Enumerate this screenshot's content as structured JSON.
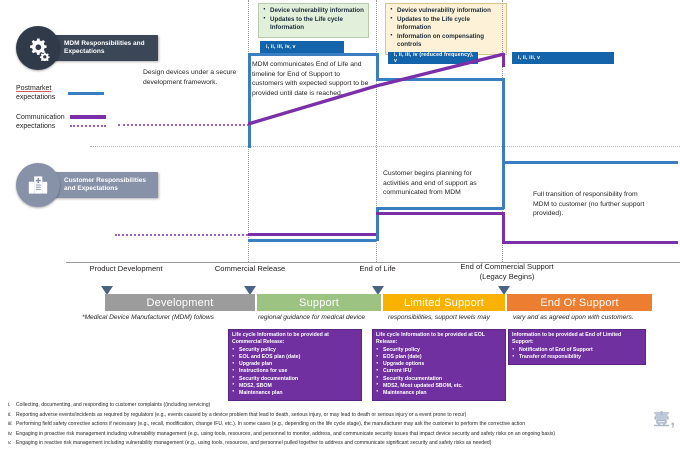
{
  "roles": {
    "mdm": {
      "label": "MDM Responsibilities and Expectations",
      "icon": "gears-icon"
    },
    "customer": {
      "label": "Customer Responsibilities and Expectations",
      "icon": "hospital-icon"
    }
  },
  "legend": [
    {
      "label_line1": "Postmarket",
      "label_line2": "expectations",
      "style": "solid-blue"
    },
    {
      "label_line1": "Communication",
      "label_line2": "expectations",
      "style": "solid-and-dotted-purple"
    }
  ],
  "mdm_notes": {
    "design": "Design devices under a secure development framework.",
    "communicate": "MDM communicates End of Life and timeline for End of Support to customers with expected support to be provided until date is reached."
  },
  "customer_notes": {
    "planning": "Customer begins planning for activities and end of support as communicated from MDM",
    "transition": "Full transition of responsibility from MDM to customer (no further support provided)."
  },
  "callouts": [
    {
      "color": "green",
      "items": [
        "Device vulnerability information",
        "Updates to the Life cycle Information"
      ]
    },
    {
      "color": "cream",
      "items": [
        "Device vulnerability information",
        "Updates to the Life cycle Information",
        "Information on compensating controls"
      ]
    }
  ],
  "roman_badges": [
    {
      "text": "i, ii, iii, iv, v"
    },
    {
      "text": "i, ii, iii, iv (reduced frequency), v"
    },
    {
      "text": "i, ii, iii, v"
    }
  ],
  "milestones": [
    {
      "line1": "Product Development",
      "line2": ""
    },
    {
      "line1": "Commercial Release",
      "line2": ""
    },
    {
      "line1": "End of Life",
      "line2": ""
    },
    {
      "line1": "End of Commercial Support",
      "line2": "(Legacy Begins)"
    }
  ],
  "phases": [
    {
      "label": "Development",
      "color": "#9c9c9c",
      "note": "*Medical Device Manufacturer (MDM)  follows"
    },
    {
      "label": "Support",
      "color": "#9dc383",
      "note": "regional guidance for medical device"
    },
    {
      "label": "Limited Support",
      "color": "#f9b200",
      "note": "responsibilities, support levels may"
    },
    {
      "label": "End Of Support",
      "color": "#ed7d31",
      "note": "vary and  as  agreed upon with customers."
    }
  ],
  "info_boxes": [
    {
      "title": "Life cycle Information to be provided at Commercial Release:",
      "items": [
        "Security policy",
        "EOL and EOS plan (date)",
        "Upgrade plan",
        "Instructions for use",
        "Security documentation",
        "MDS2, SBOM",
        "Maintenance plan"
      ]
    },
    {
      "title": "Life cycle Information to be provided at EOL Release:",
      "items": [
        "Security policy",
        "EOS plan (date)",
        "Upgrade options",
        "Current IFU",
        "Security documentation",
        "MDS2, Most updated SBOM, etc.",
        "Maintenance plan"
      ]
    },
    {
      "title": "Information to be provided at End of Limited Support:",
      "items": [
        "Notification of End of Support",
        "Transfer of responsibility"
      ]
    }
  ],
  "footnotes": [
    {
      "num": "i.",
      "text": "Collecting, documenting, and responding to customer complaints ((including servicing)"
    },
    {
      "num": "ii.",
      "text": "Reporting adverse events/incidents as required by regulators (e.g., events caused by a device problem that lead to death, serious injury, or may lead to death or serious injury or a event prone to recur)"
    },
    {
      "num": "iii.",
      "text": "Performing field safety corrective actions if necessary (e.g., recall, modification, change IFU, etc.). In some cases (e.g., depending on the life cycle stage), the manufacturer may ask the customer to perform the corrective action"
    },
    {
      "num": "iv.",
      "text": "Engaging in proactive risk management including vulnerability management (e.g., using tools, resources, and personnel to monitor, address, and communicate security issues that impact device security and safety risks on an ongoing basis)"
    },
    {
      "num": "v.",
      "text": "Engaging in reactive risk management including vulnerability management (e.g., using tools, resources, and personnel pulled together to address and communicate significant security and safety risks as needed)"
    }
  ],
  "colors": {
    "postmarket_blue": "#3a7ec2",
    "communication_purple": "#7b2fa8",
    "development_gray": "#9c9c9c",
    "support_green": "#9dc383",
    "limited_amber": "#f9b200",
    "eos_orange": "#ed7d31",
    "info_purple": "#7030a0",
    "badge_blue": "#1464ab"
  },
  "watermark": {
    "text": "壹,",
    "sub": ""
  }
}
